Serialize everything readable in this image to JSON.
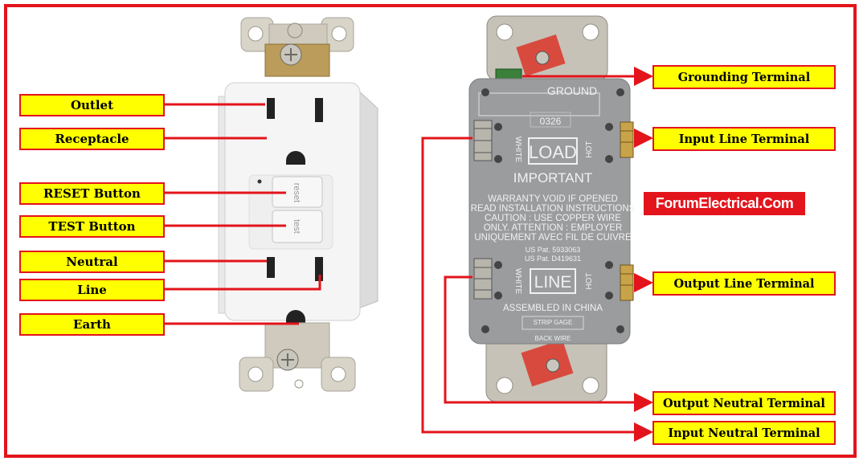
{
  "front_labels": {
    "outlet": "Outlet",
    "receptacle": "Receptacle",
    "reset": "RESET Button",
    "test": "TEST Button",
    "neutral": "Neutral",
    "line": "Line",
    "earth": "Earth"
  },
  "back_labels": {
    "grounding": "Grounding Terminal",
    "input_line": "Input Line Terminal",
    "output_line": "Output Line Terminal",
    "output_neutral": "Output Neutral Terminal",
    "input_neutral": "Input Neutral Terminal"
  },
  "button_text": {
    "reset": "reset",
    "test": "test"
  },
  "back_housing": {
    "ground": "GROUND",
    "code": "0326",
    "white1": "WHITE",
    "hot1": "HOT",
    "load": "LOAD",
    "important": "IMPORTANT",
    "warranty": [
      "WARRANTY VOID IF OPENED",
      "READ INSTALLATION INSTRUCTIONS",
      "CAUTION : USE COPPER WIRE",
      "ONLY. ATTENTION : EMPLOYER",
      "UNIQUEMENT AVEC FIL DE CUIVRE"
    ],
    "pat1": "US Pat. 5933063",
    "pat2": "US Pat. D419631",
    "white2": "WHITE",
    "hot2": "HOT",
    "line": "LINE",
    "assembled": "ASSEMBLED IN CHINA",
    "strip": "STRIP GAGE",
    "backwire": "BACK WIRE"
  },
  "brand": "ForumElectrical.Com",
  "colors": {
    "frame": "#e3141b",
    "label_bg": "#ffff00",
    "arrow": "#e3141b",
    "housing": "#9a9c9e"
  }
}
